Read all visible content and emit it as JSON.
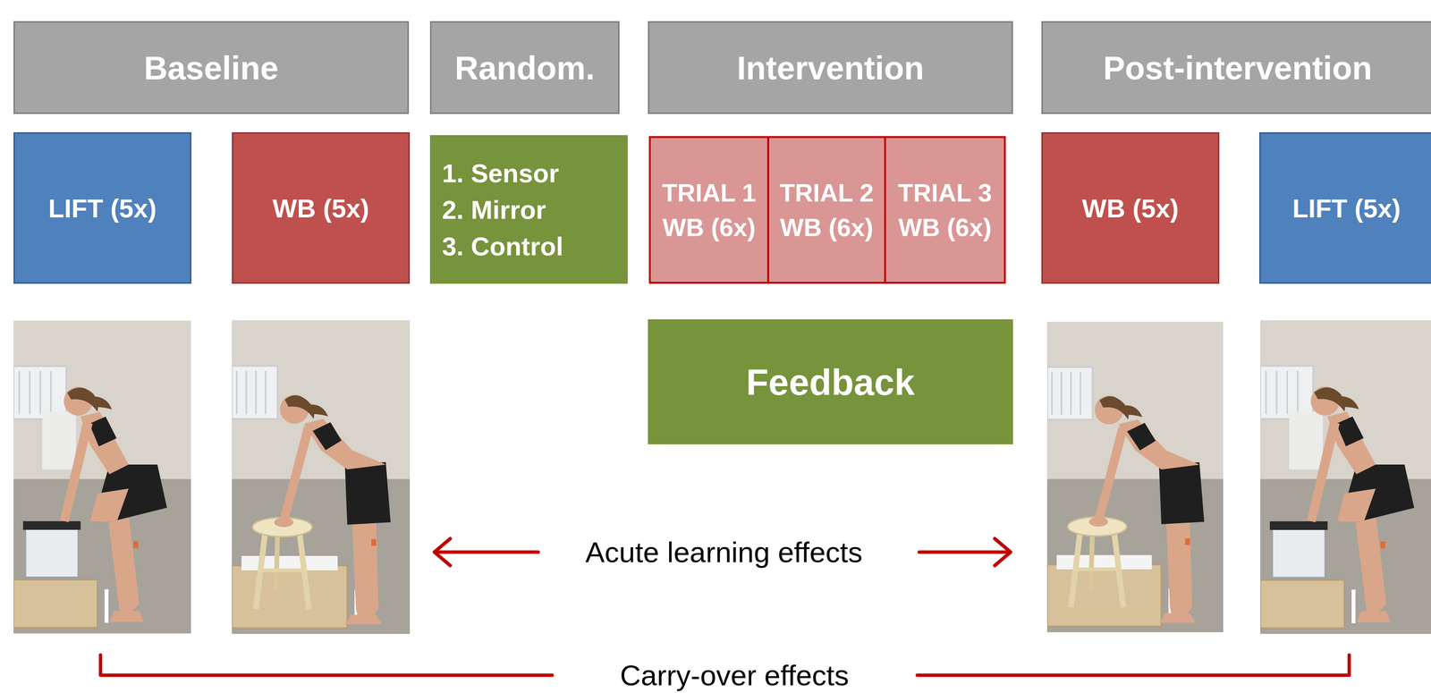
{
  "diagram": {
    "nodes": [
      {
        "text": [
          "Baseline"
        ]
      },
      {
        "text": [
          "Random."
        ]
      },
      {
        "text": [
          "Intervention"
        ]
      },
      {
        "text": [
          "Post-intervention"
        ]
      },
      {
        "text": [
          "LIFT (5x)"
        ]
      },
      {
        "text": [
          "WB (5x)"
        ]
      },
      {
        "text": [
          "1. Sensor",
          "2. Mirror",
          "3. Control"
        ]
      },
      {
        "text": [
          "TRIAL 1 WB (6x)"
        ]
      },
      {
        "text": [
          "TRIAL 2 WB (6x)"
        ]
      },
      {
        "text": [
          "TRIAL 3 WB (6x)"
        ]
      },
      {
        "text": [
          "WB (5x)"
        ]
      },
      {
        "text": [
          "LIFT (5x)"
        ]
      },
      {
        "text": [
          "Feedback"
        ]
      }
    ],
    "labels": [
      "Acute learning effects",
      "Carry-over effects"
    ]
  }
}
